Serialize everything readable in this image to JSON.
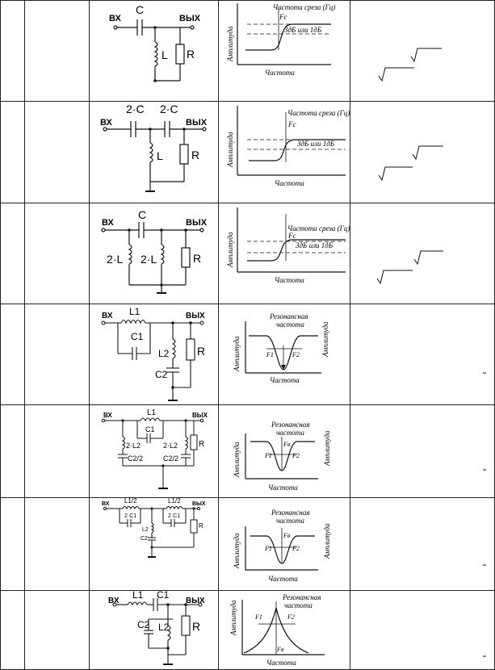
{
  "labels": {
    "input": "ВХ",
    "output": "ВЫХ",
    "amplitude_axis": "Амплитуда",
    "frequency_axis": "Частота",
    "cutoff_frequency": "Частота среза (Гц)",
    "level": "3дБ или 1дБ",
    "fc": "Fc",
    "resonant_1": "Резонансная",
    "resonant_2": "частота",
    "fr": "Fв",
    "f1": "F1",
    "f2": "F2"
  },
  "rows": [
    {
      "components": {
        "c": "C",
        "l": "L",
        "r": "R"
      }
    },
    {
      "components": {
        "c_a": "2·C",
        "c_b": "2·C",
        "l": "L",
        "r": "R"
      }
    },
    {
      "components": {
        "c": "C",
        "l_a": "2·L",
        "l_b": "2·L",
        "r": "R"
      }
    },
    {
      "components": {
        "l1": "L1",
        "c1": "C1",
        "l2": "L2",
        "c2": "C2",
        "r": "R"
      }
    },
    {
      "components": {
        "l1": "L1",
        "c1": "C1",
        "l2a": "2·L2",
        "l2b": "2·L2",
        "c2a": "C2/2",
        "c2b": "C2/2",
        "r": "R"
      }
    },
    {
      "components": {
        "l1a": "L1/2",
        "l1b": "L1/2",
        "c1a": "2·C1",
        "c1b": "2·C1",
        "l2": "L2",
        "c2": "C2",
        "r": "R"
      }
    },
    {
      "components": {
        "l1": "L1",
        "c1": "C1",
        "c2": "C2",
        "l2": "L2",
        "r": "R"
      }
    }
  ]
}
